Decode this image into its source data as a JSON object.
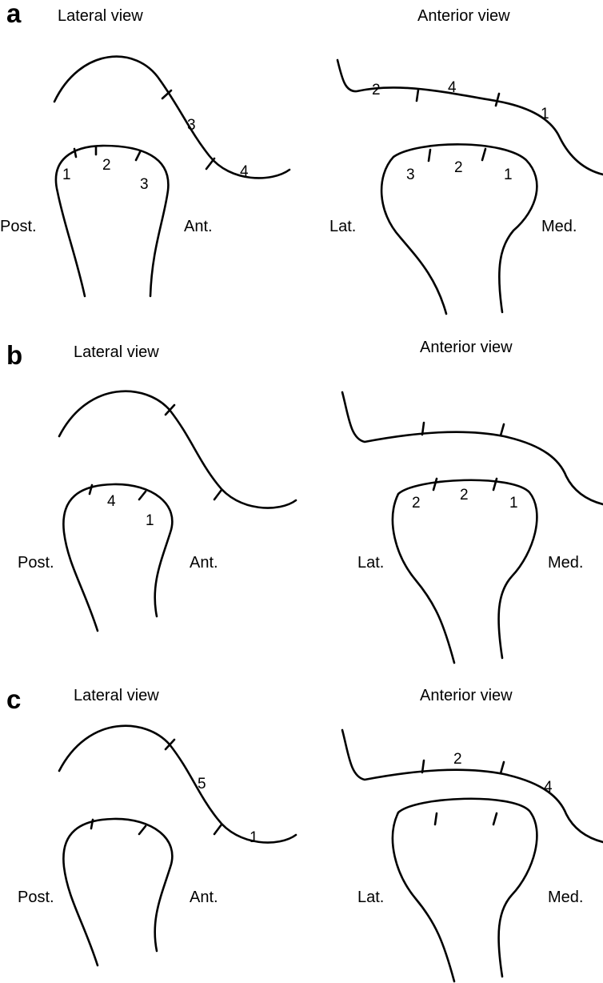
{
  "panels": [
    {
      "letter": "a",
      "lateral": {
        "title": "Lateral view",
        "posterior_label": "Post.",
        "anterior_label": "Ant.",
        "fossa_numbers": [
          "3",
          "4"
        ],
        "condyle_numbers": [
          "1",
          "2",
          "3"
        ]
      },
      "anterior": {
        "title": "Anterior view",
        "lateral_label": "Lat.",
        "medial_label": "Med.",
        "fossa_numbers": [
          "2",
          "4",
          "1"
        ],
        "condyle_numbers": [
          "3",
          "2",
          "1"
        ]
      }
    },
    {
      "letter": "b",
      "lateral": {
        "title": "Lateral view",
        "posterior_label": "Post.",
        "anterior_label": "Ant.",
        "fossa_numbers": [],
        "condyle_numbers": [
          "4",
          "1"
        ]
      },
      "anterior": {
        "title": "Anterior view",
        "lateral_label": "Lat.",
        "medial_label": "Med.",
        "fossa_numbers": [],
        "condyle_numbers": [
          "2",
          "2",
          "1"
        ]
      }
    },
    {
      "letter": "c",
      "lateral": {
        "title": "Lateral view",
        "posterior_label": "Post.",
        "anterior_label": "Ant.",
        "fossa_numbers": [
          "5",
          "1"
        ],
        "condyle_numbers": []
      },
      "anterior": {
        "title": "Anterior view",
        "lateral_label": "Lat.",
        "medial_label": "Med.",
        "fossa_numbers": [
          "2",
          "4"
        ],
        "condyle_numbers": []
      }
    }
  ]
}
